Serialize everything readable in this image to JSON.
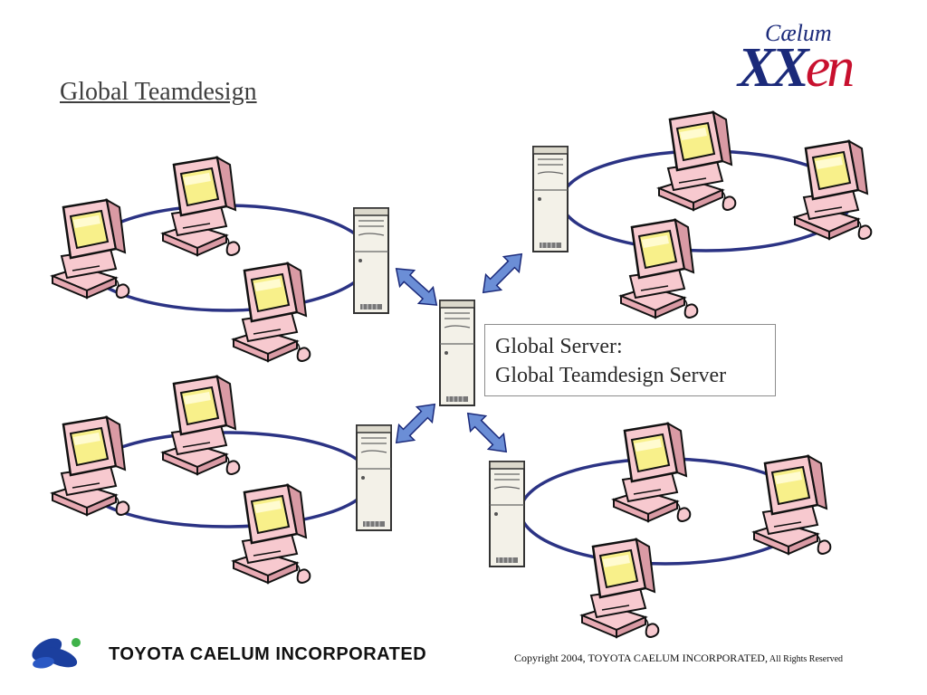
{
  "slide": {
    "title": "Global Teamdesign"
  },
  "logo": {
    "small_text": "Cælum",
    "big_xx": "XX",
    "big_en": "en",
    "colors": {
      "navy": "#1b2a7a",
      "red": "#c8102e"
    }
  },
  "server_label": {
    "line1": "Global Server:",
    "line2": "Global Teamdesign Server"
  },
  "footer": {
    "company": "TOYOTA CAELUM INCORPORATED",
    "copyright_main": "Copyright 2004, TOYOTA CAELUM INCORPORATED,",
    "copyright_rights": " All Rights Reserved"
  },
  "diagram": {
    "icons": {
      "computer": "computer-icon",
      "server": "server-tower-icon",
      "arrow": "double-arrow-icon",
      "company_logo": "toyota-caelum-logo-icon"
    },
    "groups": [
      "top-left",
      "bottom-left",
      "top-right",
      "bottom-right"
    ],
    "colors": {
      "ring": "#2b3384",
      "monitor_body": "#f7c9cf",
      "screen": "#f8f08a",
      "server_body": "#f3f1e8",
      "arrow": "#6b8ed6"
    }
  }
}
